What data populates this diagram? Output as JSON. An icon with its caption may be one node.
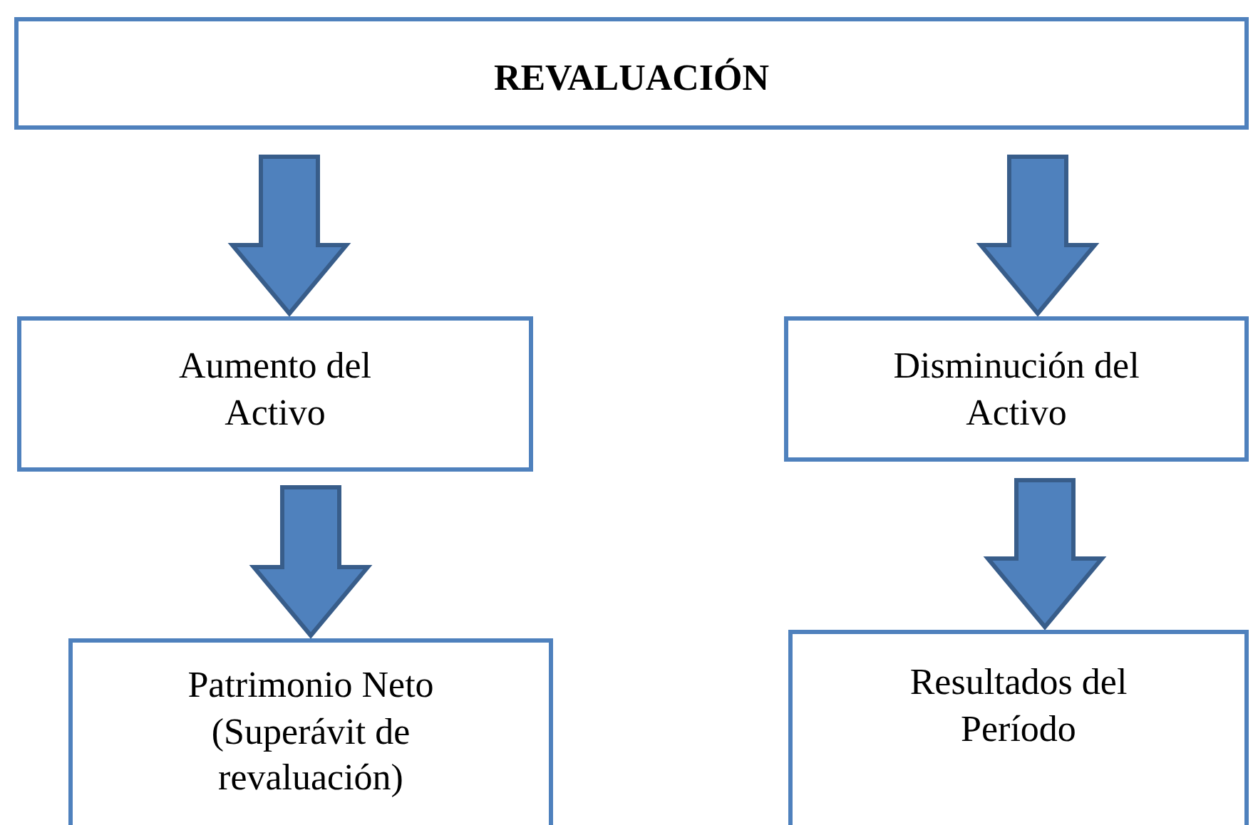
{
  "diagram": {
    "nodes": [
      {
        "text": [
          "REVALUACIÓN"
        ]
      },
      {
        "text": [
          "Aumento del Activo"
        ]
      },
      {
        "text": [
          "Disminución del Activo"
        ]
      },
      {
        "text": [
          "Patrimonio Neto (Superávit de revaluación)"
        ]
      },
      {
        "text": [
          "Resultados del Período"
        ]
      }
    ],
    "edges": [
      {
        "from": 0,
        "to": 1,
        "arrow": "to",
        "style": "thick"
      },
      {
        "from": 0,
        "to": 2,
        "arrow": "to",
        "style": "thick"
      },
      {
        "from": 1,
        "to": 3,
        "arrow": "to",
        "style": "thick"
      },
      {
        "from": 2,
        "to": 4,
        "arrow": "to",
        "style": "thick"
      }
    ]
  }
}
